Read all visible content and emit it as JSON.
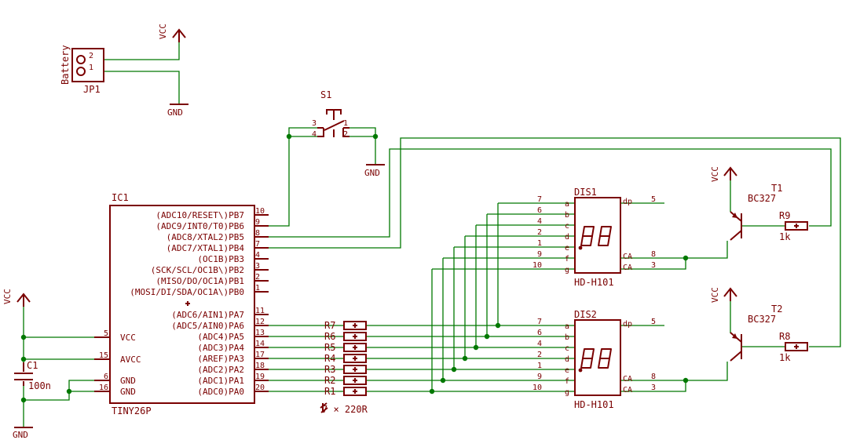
{
  "power": {
    "vcc": "VCC",
    "gnd": "GND"
  },
  "jp1": {
    "name": "JP1",
    "label": "Battery",
    "pin1": "1",
    "pin2": "2"
  },
  "s1": {
    "name": "S1",
    "p1": "1",
    "p2": "2",
    "p3": "3",
    "p4": "4"
  },
  "ic1": {
    "name": "IC1",
    "value": "TINY26P",
    "pins_right": [
      {
        "num": "10",
        "label": "(ADC10/RESET\\)PB7"
      },
      {
        "num": "9",
        "label": "(ADC9/INT0/T0)PB6"
      },
      {
        "num": "8",
        "label": "(ADC8/XTAL2)PB5"
      },
      {
        "num": "7",
        "label": "(ADC7/XTAL1)PB4"
      },
      {
        "num": "4",
        "label": "(OC1B)PB3"
      },
      {
        "num": "3",
        "label": "(SCK/SCL/OC1B\\)PB2"
      },
      {
        "num": "2",
        "label": "(MISO/DO/OC1A)PB1"
      },
      {
        "num": "1",
        "label": "(MOSI/DI/SDA/OC1A\\)PB0"
      },
      {
        "num": "11",
        "label": "(ADC6/AIN1)PA7"
      },
      {
        "num": "12",
        "label": "(ADC5/AIN0)PA6"
      },
      {
        "num": "13",
        "label": "(ADC4)PA5"
      },
      {
        "num": "14",
        "label": "(ADC3)PA4"
      },
      {
        "num": "17",
        "label": "(AREF)PA3"
      },
      {
        "num": "18",
        "label": "(ADC2)PA2"
      },
      {
        "num": "19",
        "label": "(ADC1)PA1"
      },
      {
        "num": "20",
        "label": "(ADC0)PA0"
      }
    ],
    "pins_left": [
      {
        "num": "5",
        "label": "VCC"
      },
      {
        "num": "15",
        "label": "AVCC"
      },
      {
        "num": "6",
        "label": "GND"
      },
      {
        "num": "16",
        "label": "GND"
      }
    ]
  },
  "c1": {
    "name": "C1",
    "value": "100n"
  },
  "resistors": {
    "names": [
      "R7",
      "R6",
      "R5",
      "R4",
      "R3",
      "R2",
      "R1"
    ],
    "note": "7 × 220R"
  },
  "displays": [
    {
      "name": "DIS1",
      "value": "HD-H101"
    },
    {
      "name": "DIS2",
      "value": "HD-H101"
    }
  ],
  "disp_pins_left": [
    {
      "num": "7",
      "seg": "a"
    },
    {
      "num": "6",
      "seg": "b"
    },
    {
      "num": "4",
      "seg": "c"
    },
    {
      "num": "2",
      "seg": "d"
    },
    {
      "num": "1",
      "seg": "e"
    },
    {
      "num": "9",
      "seg": "f"
    },
    {
      "num": "10",
      "seg": "g"
    }
  ],
  "disp_pins_right": [
    {
      "num": "5",
      "seg": "dp"
    },
    {
      "num": "8",
      "seg": "CA"
    },
    {
      "num": "3",
      "seg": "CA"
    }
  ],
  "transistors": [
    {
      "name": "T1",
      "value": "BC327",
      "res": "R9",
      "res_value": "1k"
    },
    {
      "name": "T2",
      "value": "BC327",
      "res": "R8",
      "res_value": "1k"
    }
  ]
}
